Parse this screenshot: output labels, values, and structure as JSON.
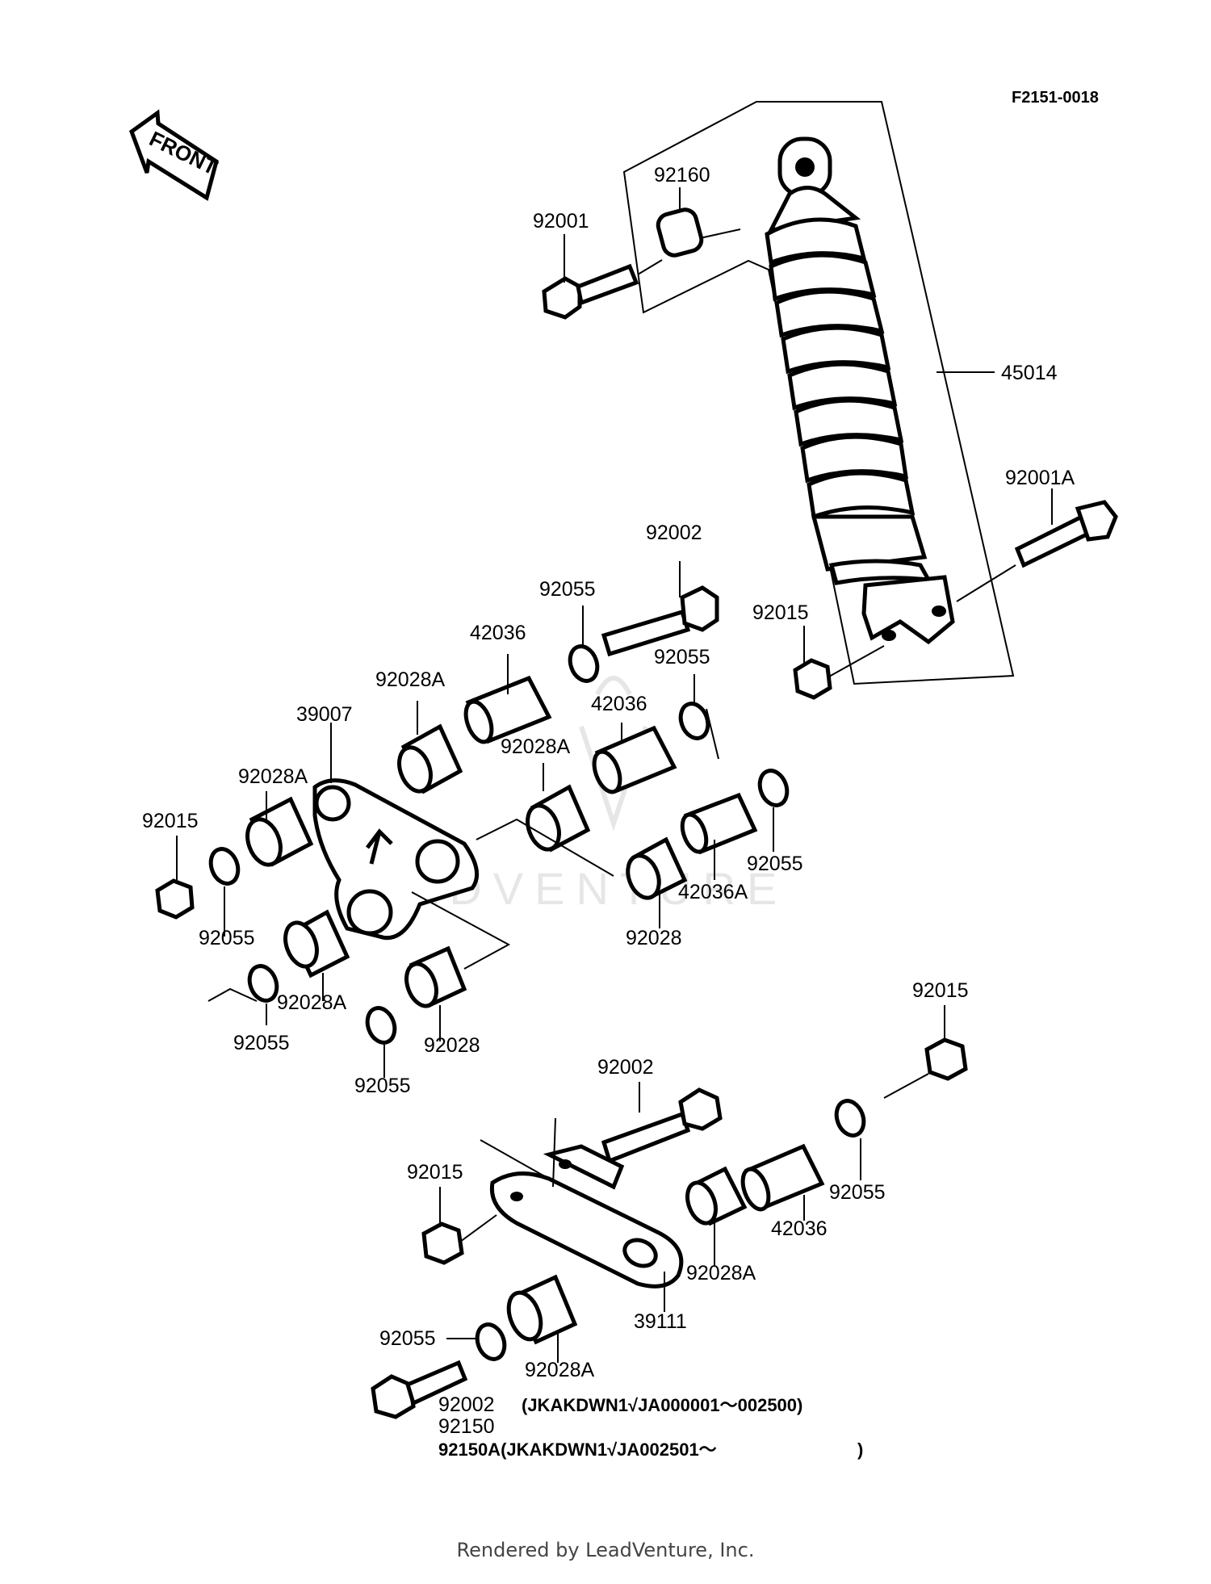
{
  "diagram_code": "F2151-0018",
  "direction_label": "FRONT",
  "watermark": "ADVENTURE",
  "footer": "Rendered by LeadVenture, Inc.",
  "labels": {
    "p92160": "92160",
    "p92001": "92001",
    "p45014": "45014",
    "p92001A": "92001A",
    "p92002_top": "92002",
    "p92055_a": "92055",
    "p42036_a": "42036",
    "p92055_b": "92055",
    "p92015_a": "92015",
    "p92028A_a": "92028A",
    "p42036_b": "42036",
    "p39007": "39007",
    "p92028A_b": "92028A",
    "p92028A_c": "92028A",
    "p92015_b": "92015",
    "p92055_c": "92055",
    "p42036A": "42036A",
    "p92055_d": "92055",
    "p92028_a": "92028",
    "p92028A_d": "92028A",
    "p92055_e": "92055",
    "p92028_b": "92028",
    "p92055_f": "92055",
    "p92015_c": "92015",
    "p92002_mid": "92002",
    "p92015_d": "92015",
    "p92055_g": "92055",
    "p42036_c": "42036",
    "p92028A_e": "92028A",
    "p39111": "39111",
    "p92055_h": "92055",
    "p92028A_f": "92028A"
  },
  "notes": {
    "line1_part": "92002",
    "line1_range": "(JKAKDWN1√JA000001～002500)",
    "line2_part": "92150",
    "line3": "92150A(JKAKDWN1√JA002501～",
    "line3_close": ")"
  }
}
